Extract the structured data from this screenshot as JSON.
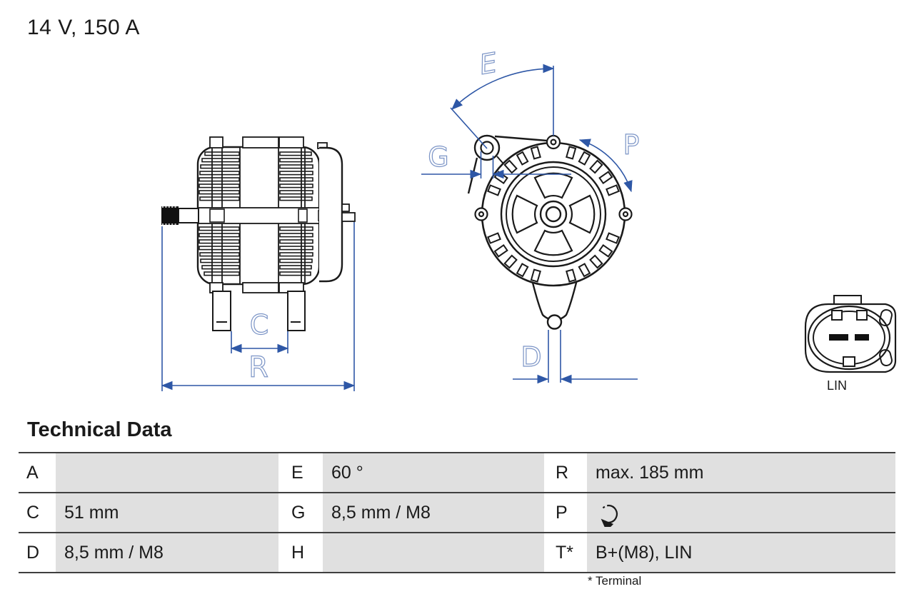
{
  "header": {
    "rating": "14 V, 150 A"
  },
  "diagram": {
    "side_view": {
      "dim_c": "C",
      "dim_r": "R"
    },
    "front_view": {
      "dim_e": "E",
      "dim_g": "G",
      "dim_p": "P",
      "dim_d": "D"
    },
    "connector": {
      "label": "LIN"
    },
    "icons": {
      "rotation": "rotation-clockwise-icon",
      "connector": "lin-connector-icon"
    }
  },
  "colors": {
    "line_black": "#1a1a1a",
    "dim_line_blue": "#2e57a6",
    "dim_letter_blue": "#7b94c6",
    "cell_gray": "#e0e0e0"
  },
  "table": {
    "title": "Technical Data",
    "rows": [
      [
        {
          "key": "A",
          "value": ""
        },
        {
          "key": "E",
          "value": "60 °"
        },
        {
          "key": "R",
          "value": "max. 185 mm"
        }
      ],
      [
        {
          "key": "C",
          "value": "51 mm"
        },
        {
          "key": "G",
          "value": "8,5 mm / M8"
        },
        {
          "key": "P",
          "value": ""
        }
      ],
      [
        {
          "key": "D",
          "value": "8,5 mm / M8"
        },
        {
          "key": "H",
          "value": ""
        },
        {
          "key": "T*",
          "value": "B+(M8), LIN"
        }
      ]
    ],
    "footnote": "* Terminal"
  }
}
